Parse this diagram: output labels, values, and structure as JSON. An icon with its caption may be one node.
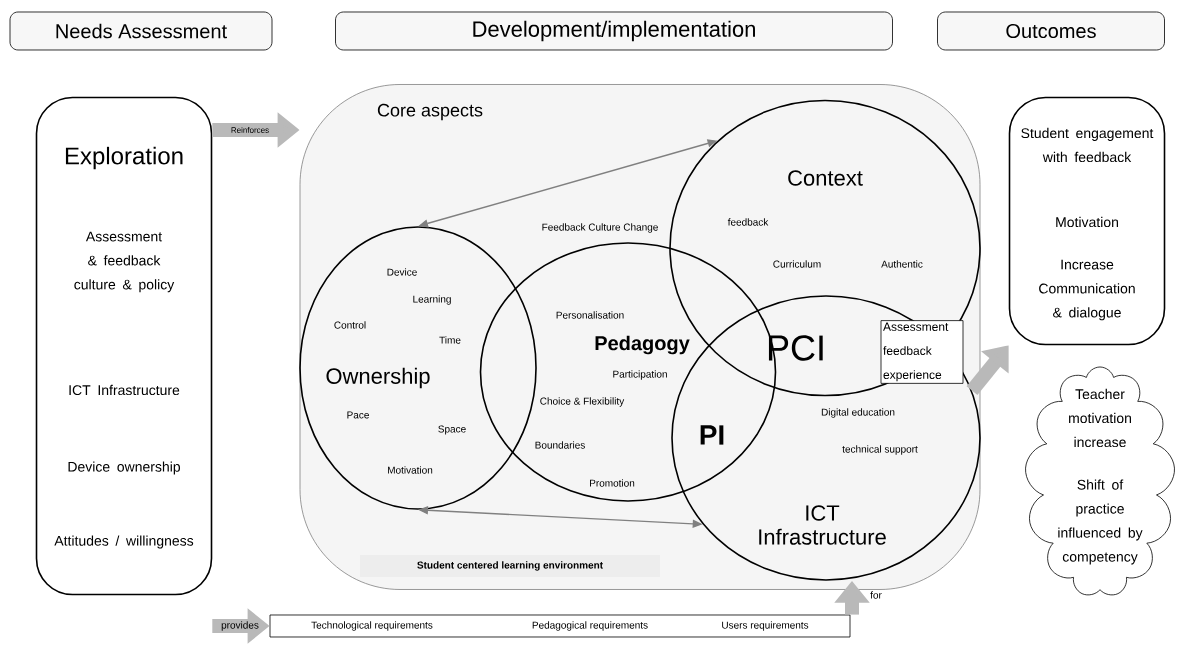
{
  "diagram": {
    "nodes": [
      {
        "text": [
          "Needs Assessment"
        ]
      },
      {
        "text": [
          "Development/implementation"
        ]
      },
      {
        "text": [
          "Outcomes"
        ]
      },
      {
        "text": [
          "Exploration",
          "Assessment & feedback culture & policy",
          "ICT Infrastructure",
          "Device ownership",
          "Attitudes / willingness"
        ]
      },
      {
        "text": [
          "Core aspects"
        ]
      },
      {
        "text": [
          "Device",
          "Learning",
          "Control",
          "Time",
          "Ownership",
          "Pace",
          "Space",
          "Motivation"
        ],
        "in": 4
      },
      {
        "text": [
          "Feedback Culture Change",
          "Personalisation",
          "Pedagogy",
          "Participation",
          "Choice & Flexibility",
          "Boundaries",
          "Promotion"
        ],
        "in": 4
      },
      {
        "text": [
          "Context",
          "feedback",
          "Curriculum",
          "Authentic"
        ],
        "in": 4
      },
      {
        "text": [
          "Digital education",
          "technical support",
          "ICT Infrastructure"
        ],
        "in": 4
      },
      {
        "text": [
          "Student centered learning environment"
        ],
        "in": 4
      },
      {
        "text": [
          "Student engagement with feedback",
          "Motivation",
          "Increase Communication & dialogue"
        ]
      },
      {
        "text": [
          "Teacher motivation increase",
          "Shift of practice influenced by competency"
        ]
      },
      {
        "text": [
          "Technological requirements",
          "Pedagogical requirements",
          "Users requirements"
        ]
      }
    ],
    "edges": [
      {
        "from": 3,
        "to": 4,
        "arrow": "to",
        "label": "Reinforces"
      },
      {
        "from": 3,
        "to": 12,
        "arrow": "to",
        "label": "provides"
      },
      {
        "from": 12,
        "to": 8,
        "arrow": "to",
        "label": "for"
      },
      {
        "from": 8,
        "to": 10,
        "arrow": "to",
        "label": "Assessment feedback experience"
      },
      {
        "from": 7,
        "to": 5,
        "arrow": "both",
        "color": "#808080"
      },
      {
        "from": 5,
        "to": 8,
        "arrow": "both",
        "color": "#808080"
      }
    ],
    "labels": [
      "PCI",
      "PI"
    ]
  }
}
